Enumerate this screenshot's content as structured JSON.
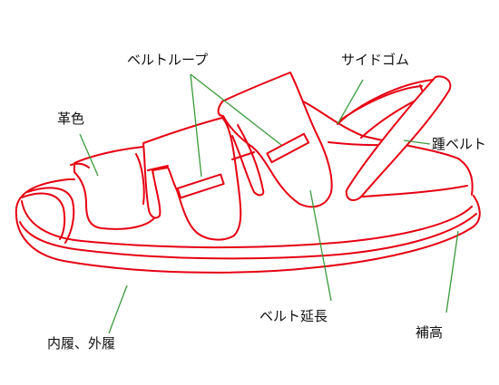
{
  "labels": {
    "belt_loop": "ベルトループ",
    "side_rubber": "サイドゴム",
    "leather_color": "革色",
    "heel_belt": "踵ベルト",
    "belt_extension": "ベルト延長",
    "insole_outsole": "内履、外履",
    "height_adjust": "補高"
  },
  "colors": {
    "outline": "#e60012",
    "leader": "#3a9a3a",
    "text": "#111111"
  }
}
